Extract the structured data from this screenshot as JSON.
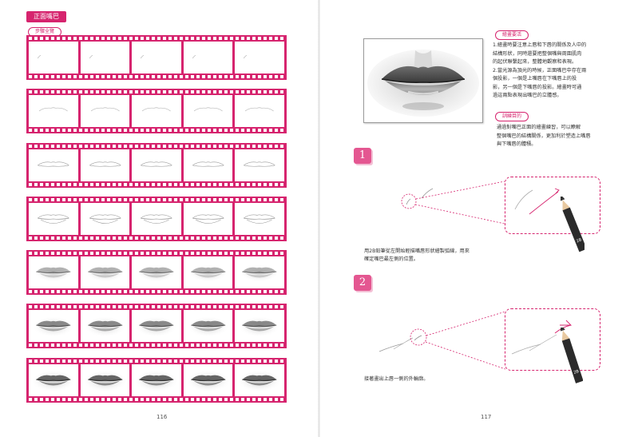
{
  "left_page": {
    "chapter_title": "正面嘴巴",
    "section_label": "步驟全覽",
    "page_number": "116",
    "rows": 7,
    "frames_per_row": 5
  },
  "right_page": {
    "page_number": "117",
    "tips": {
      "label": "繪畫要活",
      "items": [
        "1.繪畫時要注意上唇和下唇的關係及人中的",
        "   結構形狀，同時還要把整個嘴與周圍肌肉",
        "   的起伏聯繫起來，整體地觀察和表現。",
        "2.當光源為頂光的時候，正面嘴巴中存在兩",
        "   個投影，一個是上嘴唇在下嘴唇上的投",
        "   影，另一個是下嘴唇的投影。繪畫時可通",
        "   過這兩點表現出嘴巴的立體感。"
      ]
    },
    "training": {
      "label": "訓練目的",
      "lines": [
        "通過對嘴巴正面的繪畫練習，可以瞭解",
        "整個嘴巴的結構關係，更加利於塑造上嘴唇",
        "與下嘴唇的體積。"
      ]
    },
    "steps": [
      {
        "number": "1",
        "pencil_label": "2B",
        "caption": [
          "用2B鉛筆從左開始輕描嘴唇形狀繪製弧線，用來",
          "確定嘴巴最左側的位置。"
        ]
      },
      {
        "number": "2",
        "pencil_label": "2B",
        "caption": [
          "接著畫出上唇一側的外輪廓。"
        ]
      }
    ]
  },
  "colors": {
    "accent": "#d6246e",
    "step_badge": "#e45791"
  }
}
